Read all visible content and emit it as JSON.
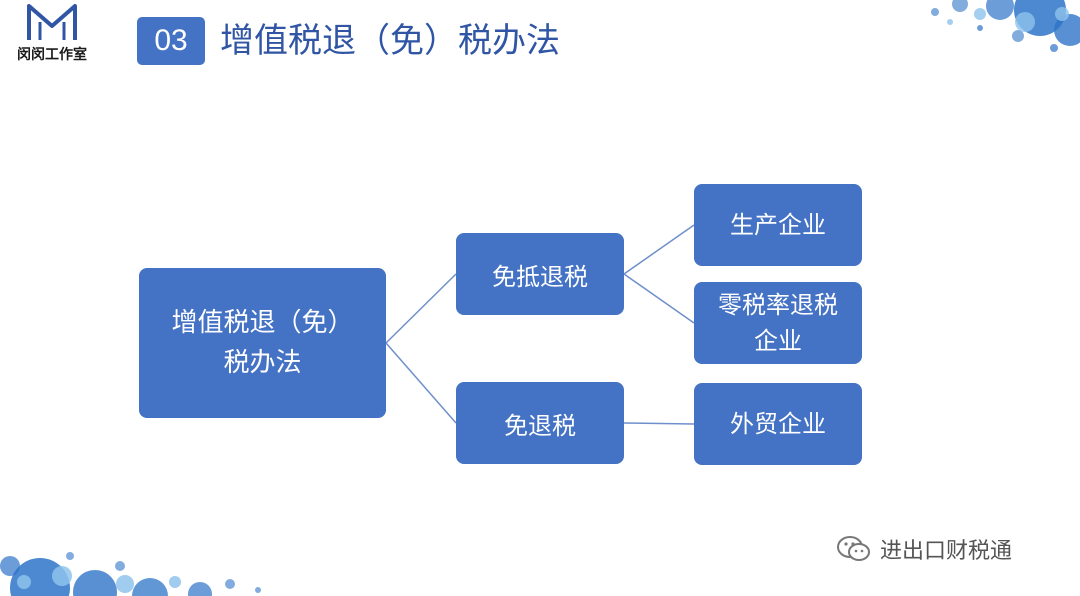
{
  "logo": {
    "text": "闵闵工作室"
  },
  "header": {
    "section_number": "03",
    "title": "增值税退（免）税办法"
  },
  "diagram": {
    "root": {
      "line1": "增值税退（免）",
      "line2": "税办法"
    },
    "level2": [
      {
        "id": "mdts",
        "label": "免抵退税"
      },
      {
        "id": "mts",
        "label": "免退税"
      }
    ],
    "level3": [
      {
        "id": "sc",
        "line1": "生产企业",
        "line2": ""
      },
      {
        "id": "ls",
        "line1": "零税率退税",
        "line2": "企业"
      },
      {
        "id": "wm",
        "line1": "外贸企业",
        "line2": ""
      }
    ],
    "edges": [
      [
        "root",
        "mdts"
      ],
      [
        "root",
        "mts"
      ],
      [
        "mdts",
        "sc"
      ],
      [
        "mdts",
        "ls"
      ],
      [
        "mts",
        "wm"
      ]
    ]
  },
  "colors": {
    "node_fill": "#4472c4",
    "title_text": "#2f55a4",
    "connector": "#6f8fcc"
  },
  "watermark": {
    "text": "进出口财税通"
  }
}
